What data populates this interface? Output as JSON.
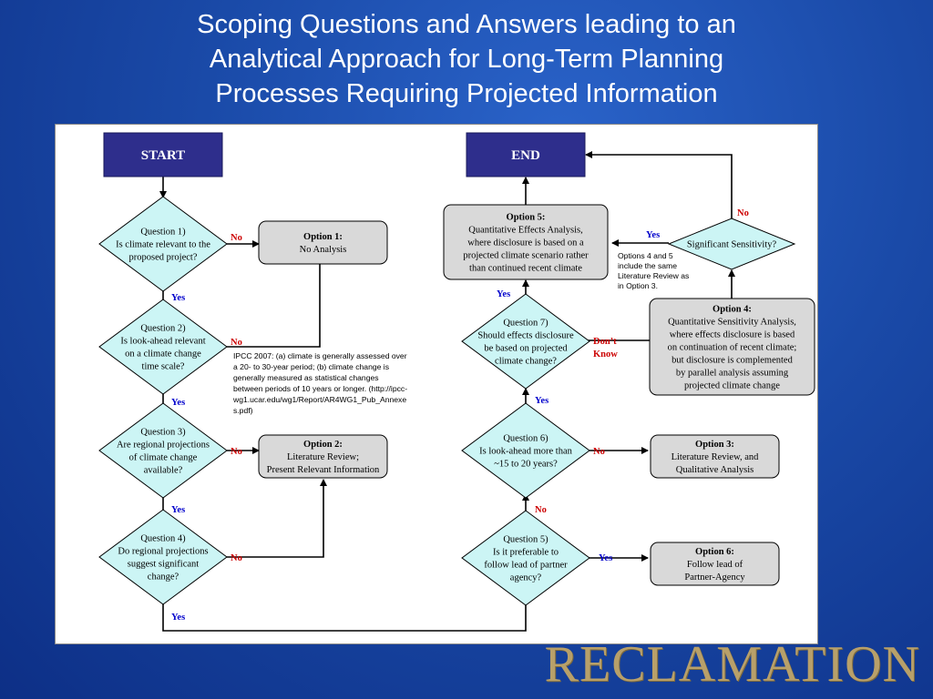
{
  "title": {
    "line1": "Scoping Questions and Answers leading to an",
    "line2": "Analytical Approach for Long-Term Planning",
    "line3": "Processes Requiring Projected Information"
  },
  "nodes": {
    "start": "START",
    "end": "END",
    "q1": [
      "Question 1)",
      "Is climate relevant to the",
      "proposed project?"
    ],
    "q2": [
      "Question 2)",
      "Is look-ahead relevant",
      "on a climate change",
      "time scale?"
    ],
    "q3": [
      "Question 3)",
      "Are regional projections",
      "of climate change",
      "available?"
    ],
    "q4": [
      "Question 4)",
      "Do regional projections",
      "suggest significant",
      "change?"
    ],
    "q5": [
      "Question 5)",
      "Is it preferable to",
      "follow lead of partner",
      "agency?"
    ],
    "q6": [
      "Question 6)",
      "Is look-ahead more  than",
      "~15 to 20 years?"
    ],
    "q7": [
      "Question 7)",
      "Should effects disclosure",
      "be based on projected",
      "climate change?"
    ],
    "sig": "Significant Sensitivity?",
    "opt1": [
      "Option 1:",
      "No Analysis"
    ],
    "opt2": [
      "Option 2:",
      "Literature Review;",
      "Present Relevant Information"
    ],
    "opt3": [
      "Option 3:",
      "Literature Review, and",
      "Qualitative Analysis"
    ],
    "opt4": [
      "Option 4:",
      "Quantitative Sensitivity Analysis,",
      "where effects disclosure is based",
      "on continuation of recent climate;",
      "but disclosure is complemented",
      "by parallel analysis assuming",
      "projected climate change"
    ],
    "opt5": [
      "Option 5:",
      "Quantitative Effects Analysis,",
      "where disclosure is based on a",
      "projected climate scenario rather",
      "than continued recent climate"
    ],
    "opt6": [
      "Option 6:",
      "Follow lead of",
      "Partner-Agency"
    ]
  },
  "labels": {
    "yes": "Yes",
    "no": "No",
    "dont": "Don’t",
    "know": "Know"
  },
  "notes": {
    "ipcc": [
      "IPCC 2007:  (a) climate is generally assessed over",
      "a 20- to 30-year period; (b) climate change is",
      "generally measured as statistical changes",
      "between periods of 10 years or longer. (http://ipcc-",
      "wg1.ucar.edu/wg1/Report/AR4WG1_Pub_Annexe",
      "s.pdf)"
    ],
    "options45": [
      "Options 4 and 5",
      "include the same",
      "Literature Review as",
      "in Option 3."
    ]
  },
  "logo": "RECLAMATION",
  "colors": {
    "background": "#1a4aa8",
    "start_end_box": "#2e2e8c",
    "diamond": "#ccf5f5",
    "option_box": "#d9d9d9",
    "yes_label": "#0000cc",
    "no_label": "#cc0000",
    "logo": "#b8a06a"
  }
}
